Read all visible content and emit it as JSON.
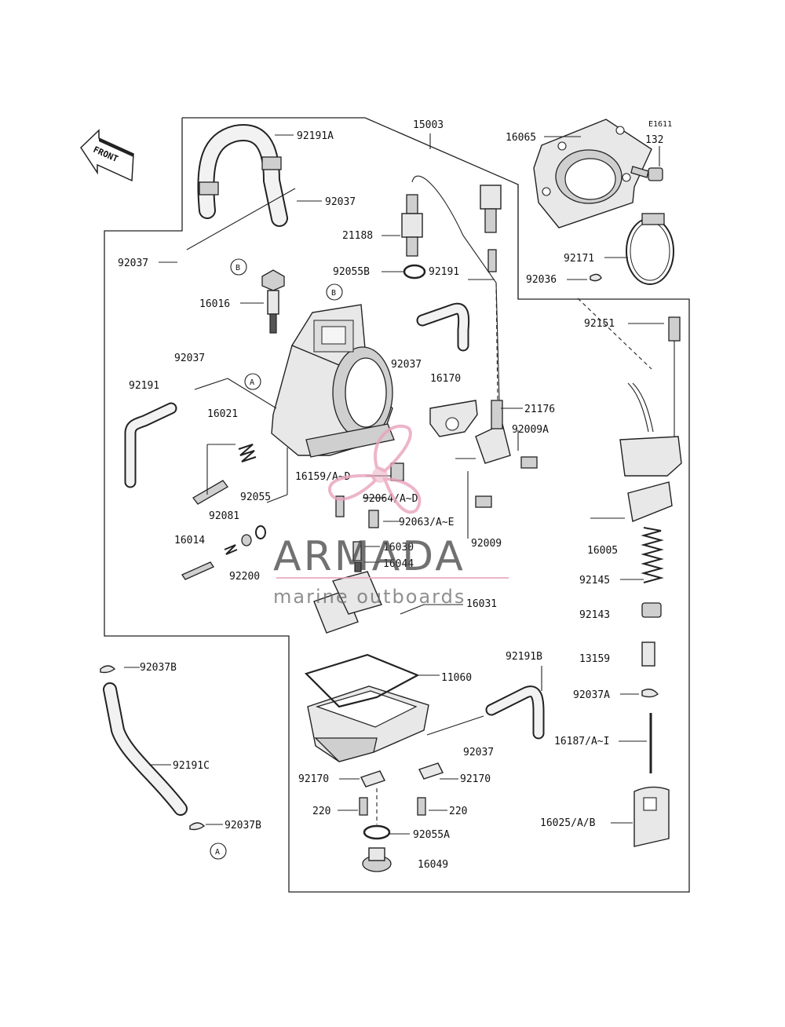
{
  "diagram": {
    "figure_id": "E1611",
    "front_label": "FRONT",
    "callouts": [
      "A",
      "B"
    ],
    "part_labels": {
      "p92191A": "92191A",
      "p15003": "15003",
      "p16065": "16065",
      "p132": "132",
      "p92037_a": "92037",
      "p92037_b": "92037",
      "p21188": "21188",
      "p92055B": "92055B",
      "p92191_a": "92191",
      "p92171": "92171",
      "p92036": "92036",
      "p16016": "16016",
      "p92037_c": "92037",
      "p92151": "92151",
      "p92037_d": "92037",
      "p16170": "16170",
      "p21176": "21176",
      "p92191_b": "92191",
      "p16021": "16021",
      "p92009A": "92009A",
      "p16159": "16159/A~D",
      "p92064": "92064/A~D",
      "p92055": "92055",
      "p92063": "92063/A~E",
      "p92081": "92081",
      "p16014": "16014",
      "p92009": "92009",
      "p16030": "16030",
      "p16044": "16044",
      "p92200": "92200",
      "p16005": "16005",
      "p92145": "92145",
      "p16031": "16031",
      "p92143": "92143",
      "p92037B_a": "92037B",
      "p92191B": "92191B",
      "p13159": "13159",
      "p11060": "11060",
      "p92037A": "92037A",
      "p92037_e": "92037",
      "p16187": "16187/A~I",
      "p92191C": "92191C",
      "p92170_a": "92170",
      "p92170_b": "92170",
      "p220_a": "220",
      "p220_b": "220",
      "p92055A": "92055A",
      "p92037B_b": "92037B",
      "p16025": "16025/A/B",
      "p16049": "16049"
    }
  },
  "watermark": {
    "brand": "ARMADA",
    "tagline": "marine outboards",
    "logo_color": "#e9a3bd"
  }
}
